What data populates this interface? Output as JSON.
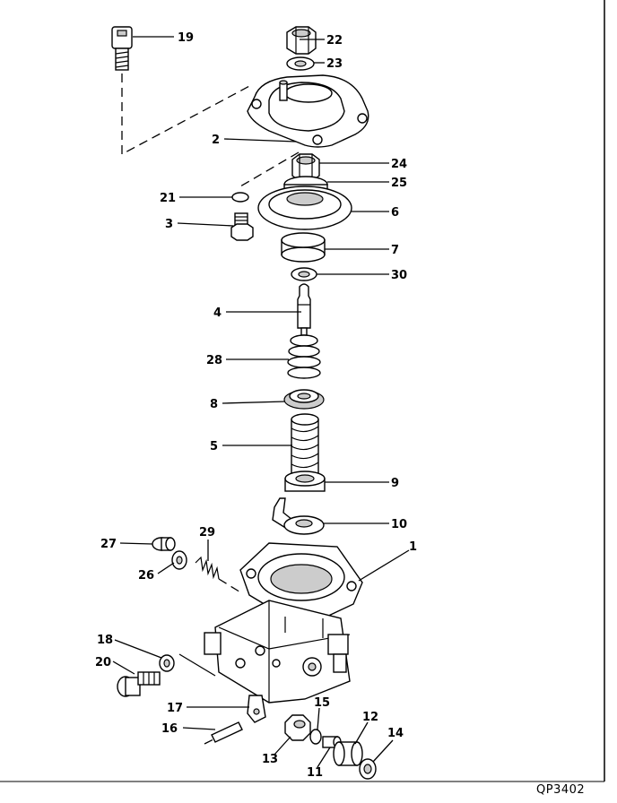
{
  "diagram": {
    "reference_code": "QP3402",
    "callouts": [
      {
        "id": "c19",
        "label": "19"
      },
      {
        "id": "c22",
        "label": "22"
      },
      {
        "id": "c23",
        "label": "23"
      },
      {
        "id": "c2",
        "label": "2"
      },
      {
        "id": "c24",
        "label": "24"
      },
      {
        "id": "c25",
        "label": "25"
      },
      {
        "id": "c21",
        "label": "21"
      },
      {
        "id": "c6",
        "label": "6"
      },
      {
        "id": "c3",
        "label": "3"
      },
      {
        "id": "c7",
        "label": "7"
      },
      {
        "id": "c30",
        "label": "30"
      },
      {
        "id": "c4",
        "label": "4"
      },
      {
        "id": "c28",
        "label": "28"
      },
      {
        "id": "c8",
        "label": "8"
      },
      {
        "id": "c5",
        "label": "5"
      },
      {
        "id": "c9",
        "label": "9"
      },
      {
        "id": "c10",
        "label": "10"
      },
      {
        "id": "c27",
        "label": "27"
      },
      {
        "id": "c29",
        "label": "29"
      },
      {
        "id": "c1",
        "label": "1"
      },
      {
        "id": "c26",
        "label": "26"
      },
      {
        "id": "c18",
        "label": "18"
      },
      {
        "id": "c20",
        "label": "20"
      },
      {
        "id": "c17",
        "label": "17"
      },
      {
        "id": "c15",
        "label": "15"
      },
      {
        "id": "c12",
        "label": "12"
      },
      {
        "id": "c16",
        "label": "16"
      },
      {
        "id": "c13",
        "label": "13"
      },
      {
        "id": "c14",
        "label": "14"
      },
      {
        "id": "c11",
        "label": "11"
      }
    ]
  }
}
